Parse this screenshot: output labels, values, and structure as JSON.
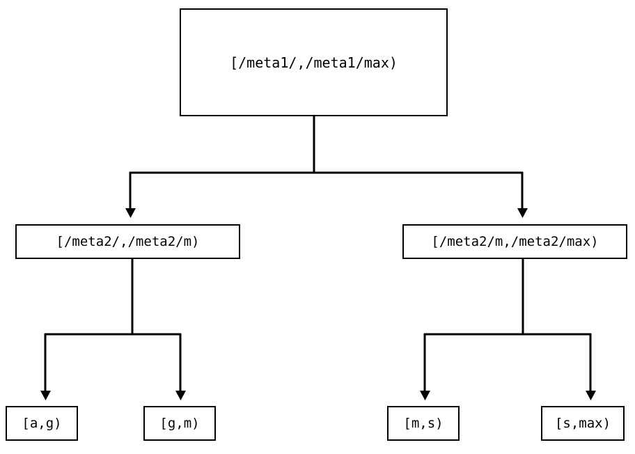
{
  "diagram": {
    "type": "tree",
    "orientation": "top-down",
    "background_color": "#ffffff",
    "stroke_color": "#000000",
    "text_color": "#000000",
    "edge_style": "orthogonal-elbow",
    "arrowhead": "solid-triangle-down",
    "nodes": {
      "root": {
        "label": "[/meta1/,/meta1/max)"
      },
      "mid_left": {
        "label": "[/meta2/,/meta2/m)"
      },
      "mid_right": {
        "label": "[/meta2/m,/meta2/max)"
      },
      "leaves": [
        {
          "label": "[a,g)"
        },
        {
          "label": "[g,m)"
        },
        {
          "label": "[m,s)"
        },
        {
          "label": "[s,max)"
        }
      ]
    }
  }
}
